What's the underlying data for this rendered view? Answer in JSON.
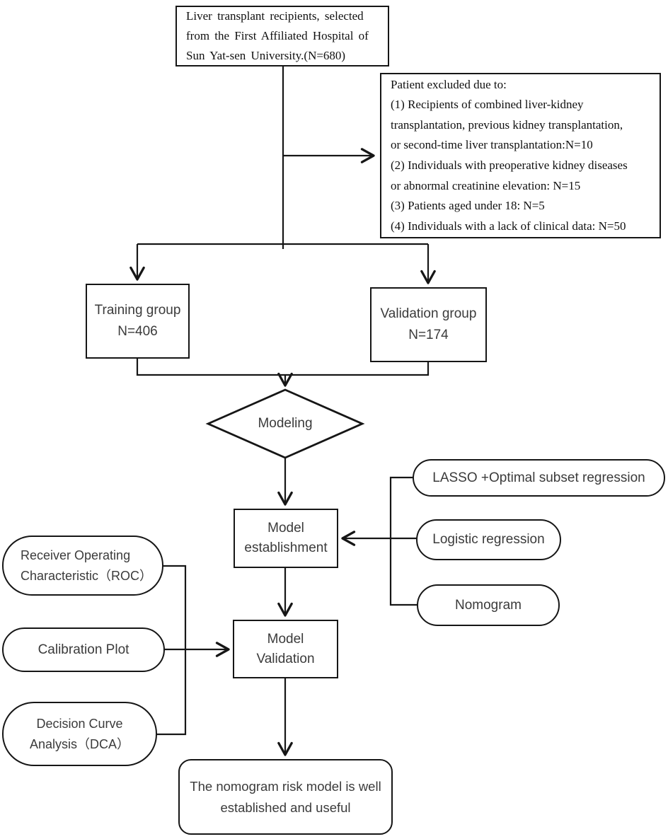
{
  "figure": {
    "kind": "study-flowchart"
  },
  "colors": {
    "stroke": "#161616",
    "serif_text": "#101010",
    "sans_text": "#3b3b3b",
    "background": "#ffffff"
  },
  "nodes": {
    "source": {
      "lines": [
        "Liver transplant recipients, selected",
        "from the First Affiliated Hospital of",
        "Sun Yat-sen University.(N=680)"
      ]
    },
    "excluded": {
      "lines": [
        "Patient excluded due to:",
        "(1) Recipients of combined liver-kidney",
        "transplantation, previous kidney transplantation,",
        "or second-time liver transplantation:N=10",
        "(2) Individuals with preoperative kidney diseases",
        "or abnormal creatinine elevation: N=15",
        "(3) Patients aged under 18: N=5",
        "(4) Individuals with a lack of clinical data: N=50"
      ]
    },
    "training": {
      "line1": "Training group",
      "line2": "N=406"
    },
    "validation": {
      "line1": "Validation group",
      "line2": "N=174"
    },
    "modeling": {
      "label": "Modeling"
    },
    "establishment": {
      "line1": "Model",
      "line2": "establishment"
    },
    "methods": {
      "lasso": "LASSO +Optimal subset regression",
      "logistic": "Logistic regression",
      "nomogram": "Nomogram"
    },
    "evaluation": {
      "roc_line1": "Receiver Operating",
      "roc_line2": "Characteristic（ROC）",
      "calibration": "Calibration Plot",
      "dca_line1": "Decision Curve",
      "dca_line2": "Analysis（DCA）"
    },
    "model_validation": {
      "line1": "Model",
      "line2": "Validation"
    },
    "conclusion": {
      "line1": "The nomogram risk model is well",
      "line2": "established and useful"
    }
  }
}
